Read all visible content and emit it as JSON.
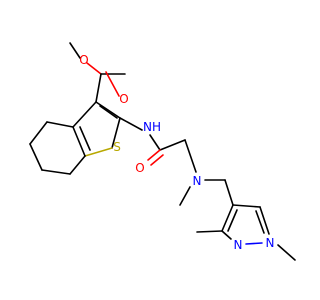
{
  "molecule": {
    "atoms": {
      "ester_o_methyl": "O",
      "ester_o_carbonyl": "O",
      "amide_nh": "NH",
      "thiophene_s": "S",
      "amide_o": "O",
      "amine_n": "N",
      "pyrazole_n2": "N",
      "pyrazole_n1": "N"
    },
    "colors": {
      "carbon": "#000000",
      "oxygen": "#ff0000",
      "nitrogen": "#0000ff",
      "sulfur": "#b8a800"
    }
  }
}
